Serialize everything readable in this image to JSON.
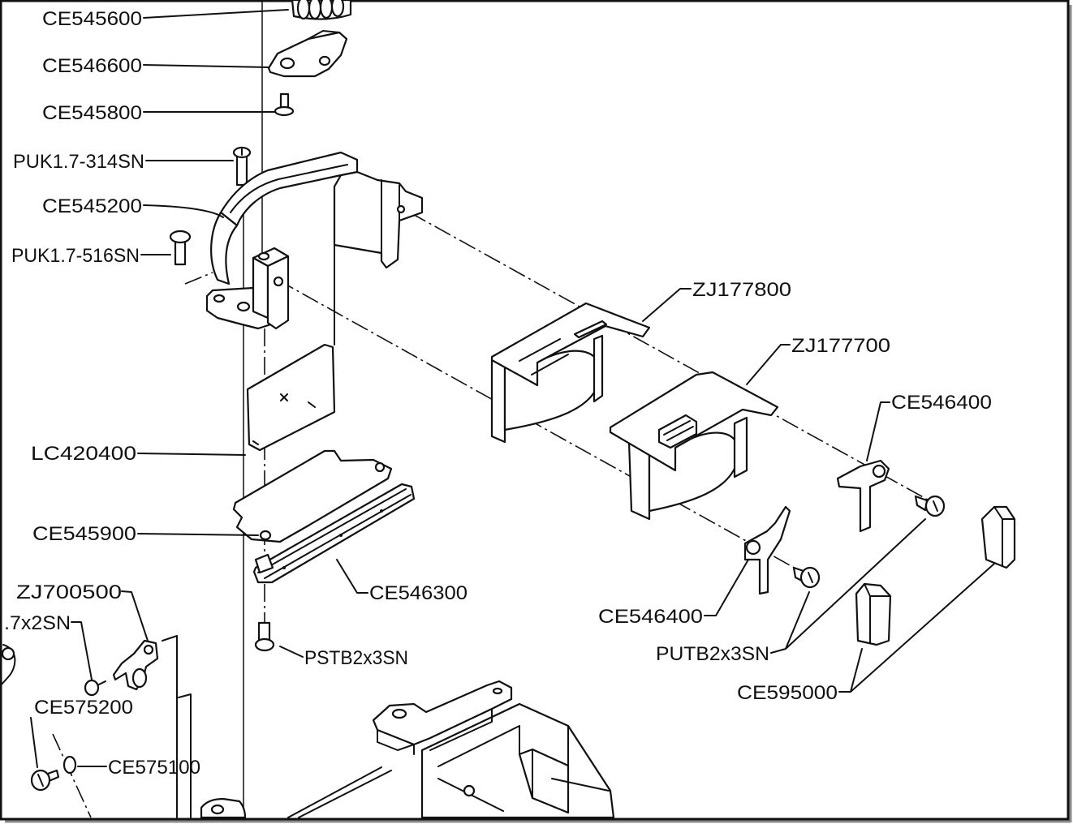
{
  "colors": {
    "line": "#111111",
    "background": "#ffffff",
    "frame_shadow": "#8a8a8a"
  },
  "labels": {
    "ce545600": "CE545600",
    "ce546600": "CE546600",
    "ce545800": "CE545800",
    "puk_314": "PUK1.7-314SN",
    "ce545200": "CE545200",
    "puk_516": "PUK1.7-516SN",
    "zj177800": "ZJ177800",
    "zj177700": "ZJ177700",
    "ce546400_upper": "CE546400",
    "lc420400": "LC420400",
    "ce545900": "CE545900",
    "ce546300": "CE546300",
    "zj700500": "ZJ700500",
    "x2sn_partial": ".7x2SN",
    "ce546400_lower": "CE546400",
    "putb2x3sn": "PUTB2x3SN",
    "pstb2x3sn": "PSTB2x3SN",
    "ce595000": "CE595000",
    "ce575200": "CE575200",
    "ce575100": "CE575100"
  }
}
